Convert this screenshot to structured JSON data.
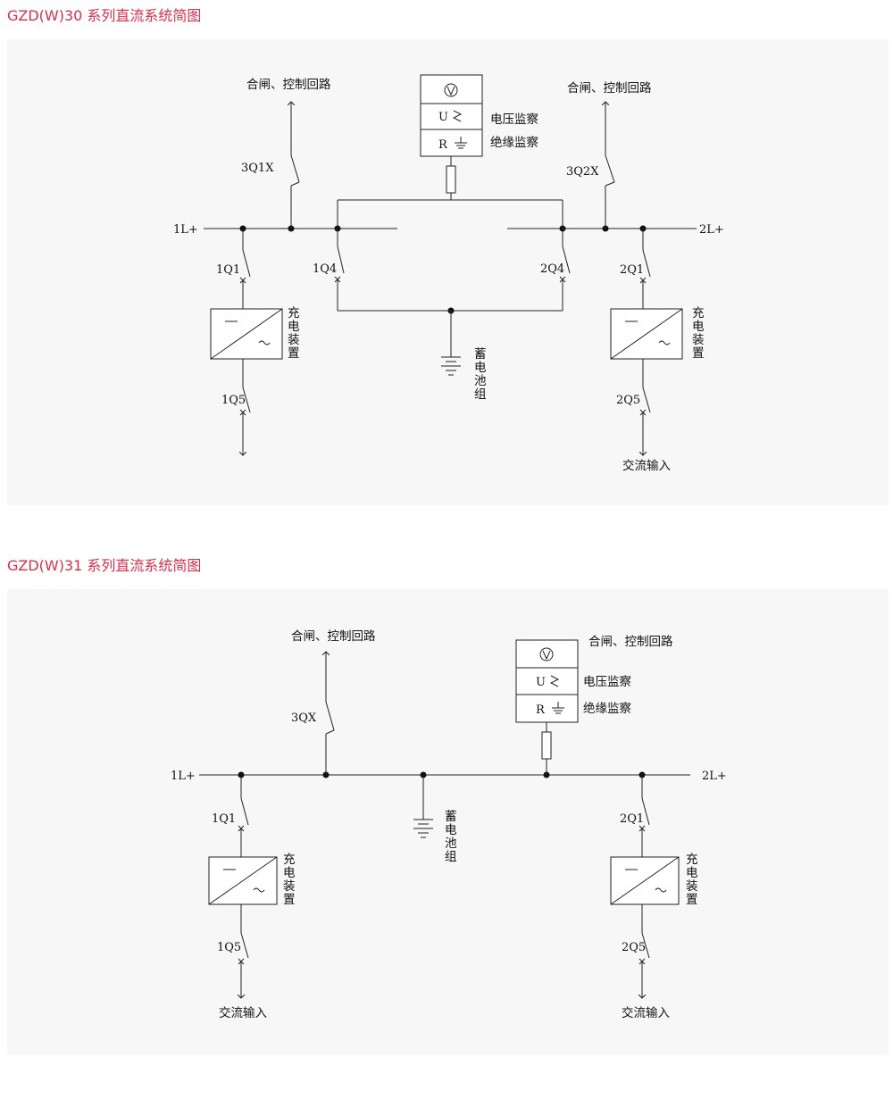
{
  "diagram1": {
    "title": "GZD(W)30 系列直流系统简图",
    "bus_left": "1L+",
    "bus_right": "2L+",
    "switch_3q1x": "3Q1X",
    "switch_3q2x": "3Q2X",
    "switch_1q1": "1Q1",
    "switch_1q4": "1Q4",
    "switch_2q4": "2Q4",
    "switch_2q1": "2Q1",
    "switch_1q5": "1Q5",
    "switch_2q5": "2Q5",
    "closing_control_left": "合闸、控制回路",
    "closing_control_right": "合闸、控制回路",
    "voltage_monitor": "电压监察",
    "insulation_monitor": "绝缘监察",
    "monitor_u": "U",
    "monitor_r": "R",
    "charger_left": [
      "充",
      "电",
      "装",
      "置"
    ],
    "charger_right": [
      "充",
      "电",
      "装",
      "置"
    ],
    "battery": [
      "蓄",
      "电",
      "池",
      "组"
    ],
    "ac_input_right": "交流输入"
  },
  "diagram2": {
    "title": "GZD(W)31 系列直流系统简图",
    "bus_left": "1L+",
    "bus_right": "2L+",
    "switch_3qx": "3QX",
    "switch_1q1": "1Q1",
    "switch_2q1": "2Q1",
    "switch_1q5": "1Q5",
    "switch_2q5": "2Q5",
    "closing_control_left": "合闸、控制回路",
    "closing_control_right": "合闸、控制回路",
    "voltage_monitor": "电压监察",
    "insulation_monitor": "绝缘监察",
    "monitor_u": "U",
    "monitor_r": "R",
    "charger_left": [
      "充",
      "电",
      "装",
      "置"
    ],
    "charger_right": [
      "充",
      "电",
      "装",
      "置"
    ],
    "battery": [
      "蓄",
      "电",
      "池",
      "组"
    ],
    "ac_input_left": "交流输入",
    "ac_input_right": "交流输入"
  }
}
